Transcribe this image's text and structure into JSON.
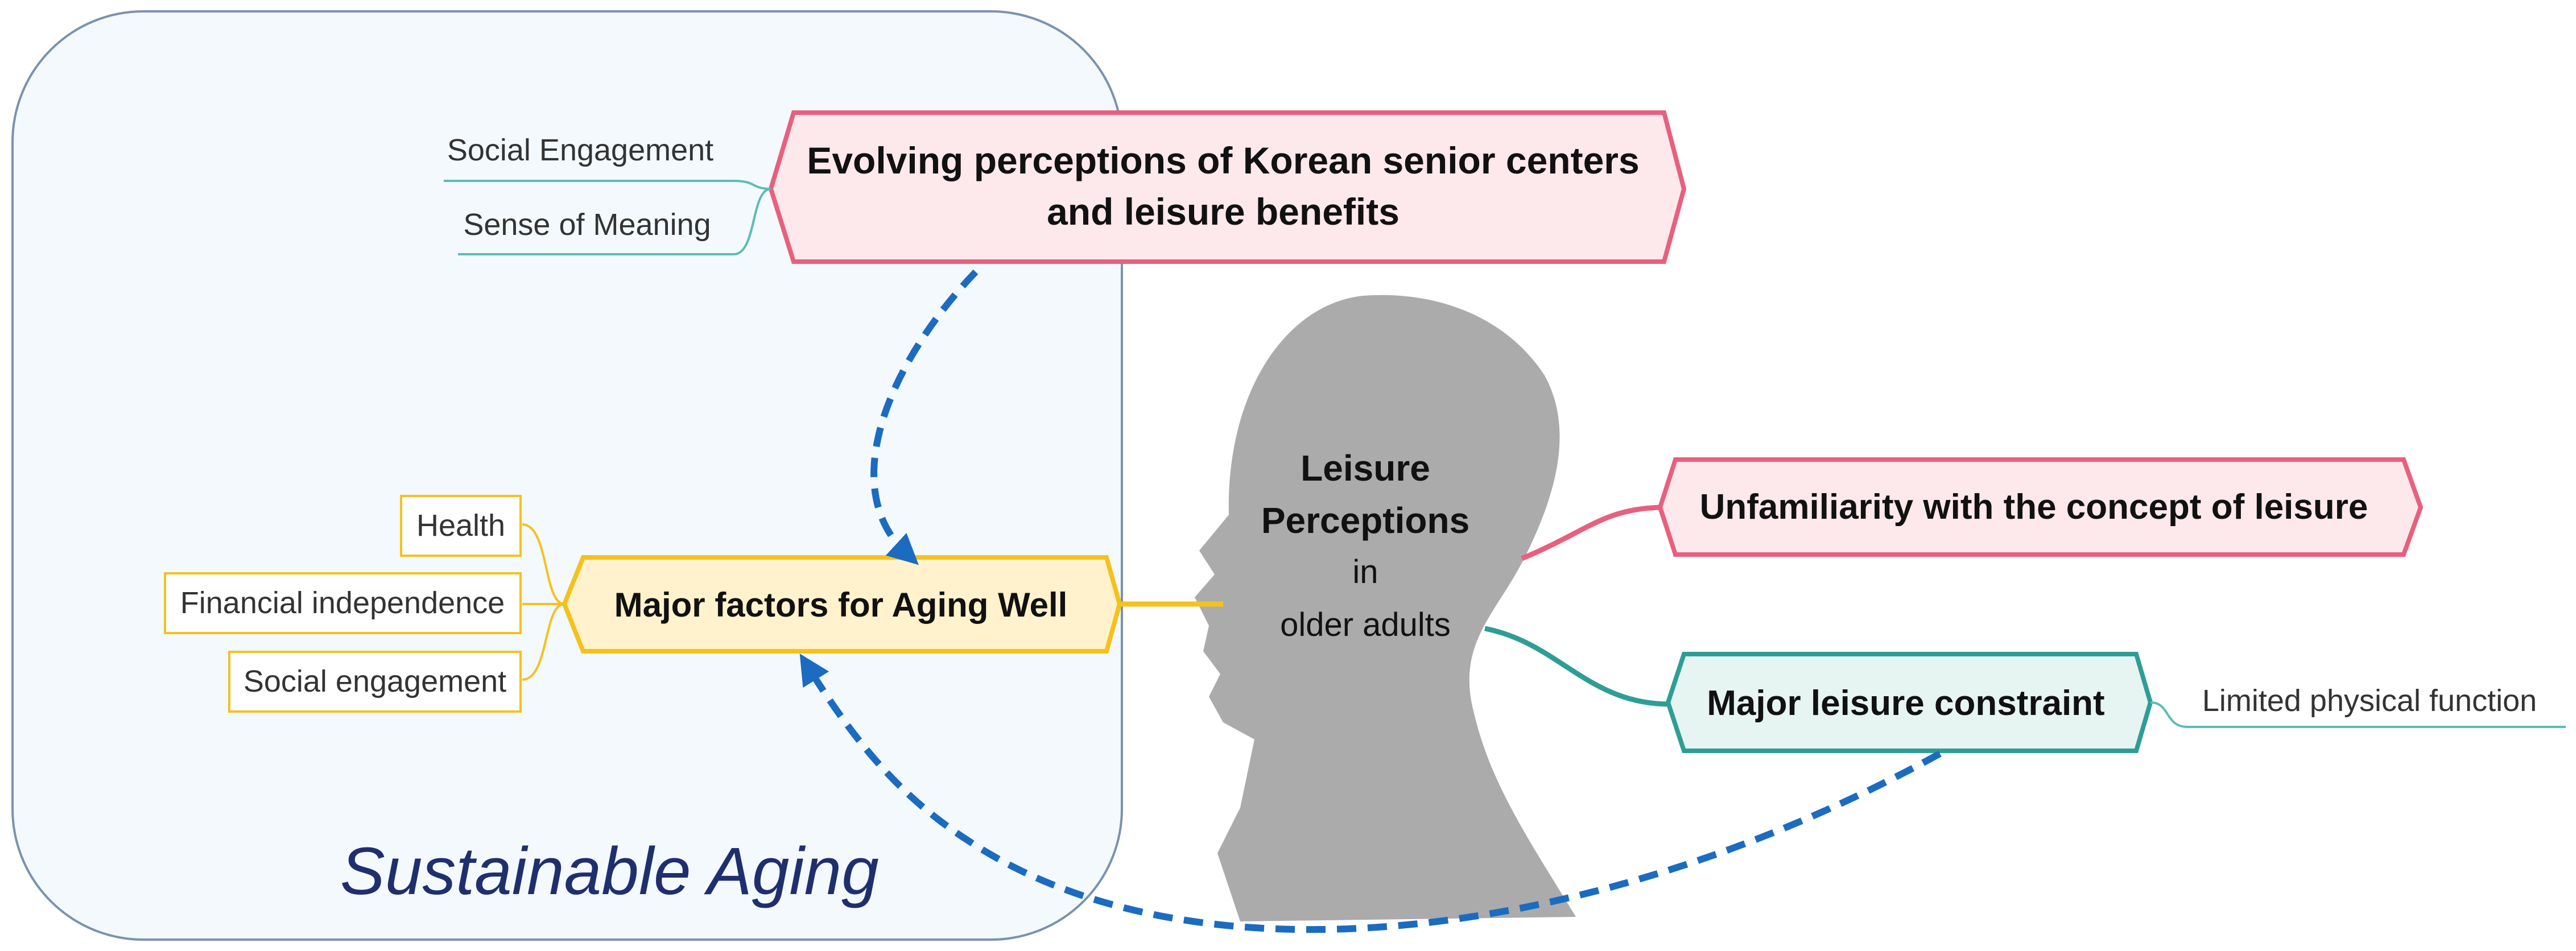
{
  "colors": {
    "pink_stroke": "#E8607E",
    "pink_fill": "#FDE8EC",
    "yellow_stroke": "#F5C11D",
    "yellow_fill": "#FFF2CC",
    "teal_stroke": "#2E9E95",
    "teal_fill": "#E6F4F2",
    "arrow_blue": "#1B6CC0",
    "panel_fill": "#F3F9FD",
    "panel_stroke": "#7A92AD",
    "head_fill": "#ABABAB",
    "title_blue": "#1F2F6E"
  },
  "panel": {
    "label": "Sustainable Aging"
  },
  "head": {
    "line1": "Leisure",
    "line2": "Perceptions",
    "line3": "in",
    "line4": "older adults"
  },
  "nodes": {
    "evolving": {
      "line1": "Evolving perceptions of Korean senior centers",
      "line2": "and leisure benefits",
      "children": [
        "Social Engagement",
        "Sense of Meaning"
      ]
    },
    "aging_well": {
      "label": "Major factors for Aging Well",
      "children": [
        "Health",
        "Financial independence",
        "Social engagement"
      ]
    },
    "unfamiliarity": {
      "label": "Unfamiliarity with the concept of leisure"
    },
    "constraint": {
      "label": "Major leisure constraint",
      "children": [
        "Limited physical function"
      ]
    }
  }
}
